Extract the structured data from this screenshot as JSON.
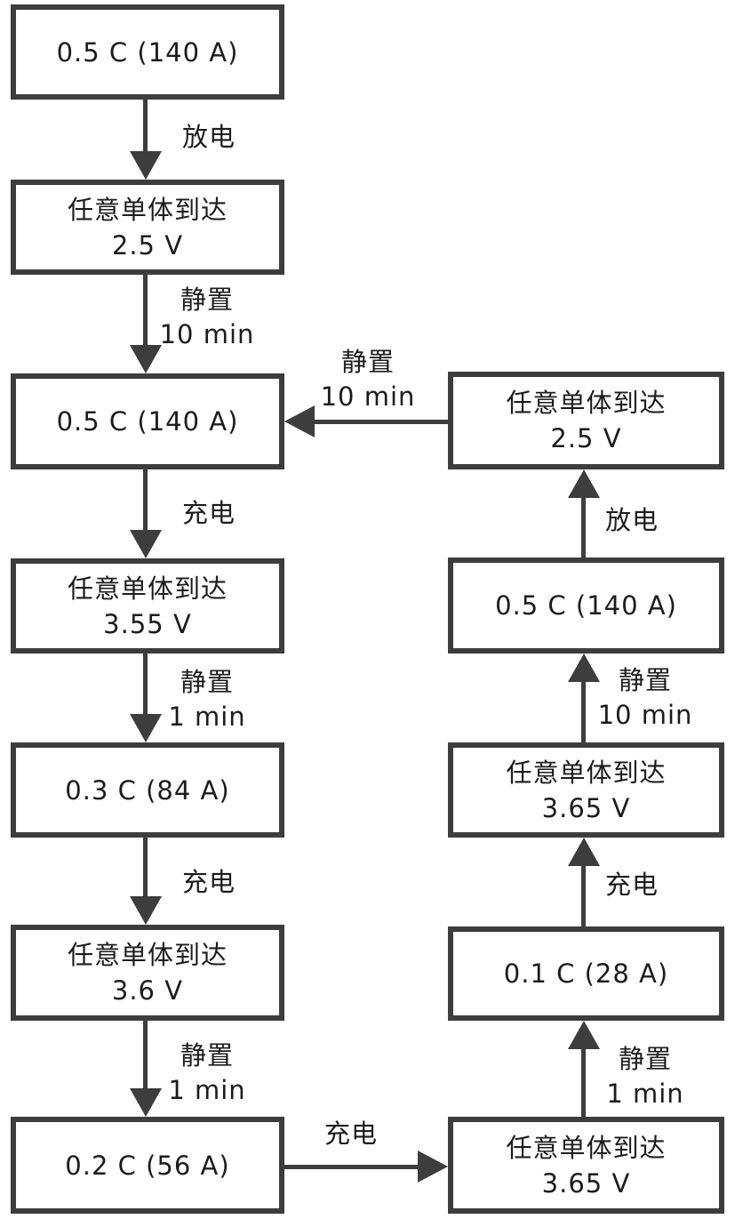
{
  "diagram_title": "battery-pack-capacity-test-flowchart",
  "colors": {
    "line": "#3d3d3d",
    "text": "#1c1c1c",
    "background": "#ffffff"
  },
  "nodes": {
    "left": [
      {
        "label": "0.5 C (140 A)"
      },
      {
        "label": "任意单体到达\n2.5 V"
      },
      {
        "label": "0.5 C (140 A)"
      },
      {
        "label": "任意单体到达\n3.55 V"
      },
      {
        "label": "0.3 C (84 A)"
      },
      {
        "label": "任意单体到达\n3.6 V"
      },
      {
        "label": "0.2 C (56 A)"
      }
    ],
    "right": [
      {
        "label": "任意单体到达\n2.5 V"
      },
      {
        "label": "0.5 C (140 A)"
      },
      {
        "label": "任意单体到达\n3.65 V"
      },
      {
        "label": "0.1 C (28 A)"
      },
      {
        "label": "任意单体到达\n3.65 V"
      }
    ]
  },
  "edges": [
    {
      "label": "放电"
    },
    {
      "label": "静置\n10 min"
    },
    {
      "label": "充电"
    },
    {
      "label": "静置\n1 min"
    },
    {
      "label": "充电"
    },
    {
      "label": "静置\n1 min"
    },
    {
      "label": "充电"
    },
    {
      "label": "静置\n1 min"
    },
    {
      "label": "充电"
    },
    {
      "label": "静置\n10 min"
    },
    {
      "label": "放电"
    },
    {
      "label": "静置\n10 min"
    }
  ]
}
